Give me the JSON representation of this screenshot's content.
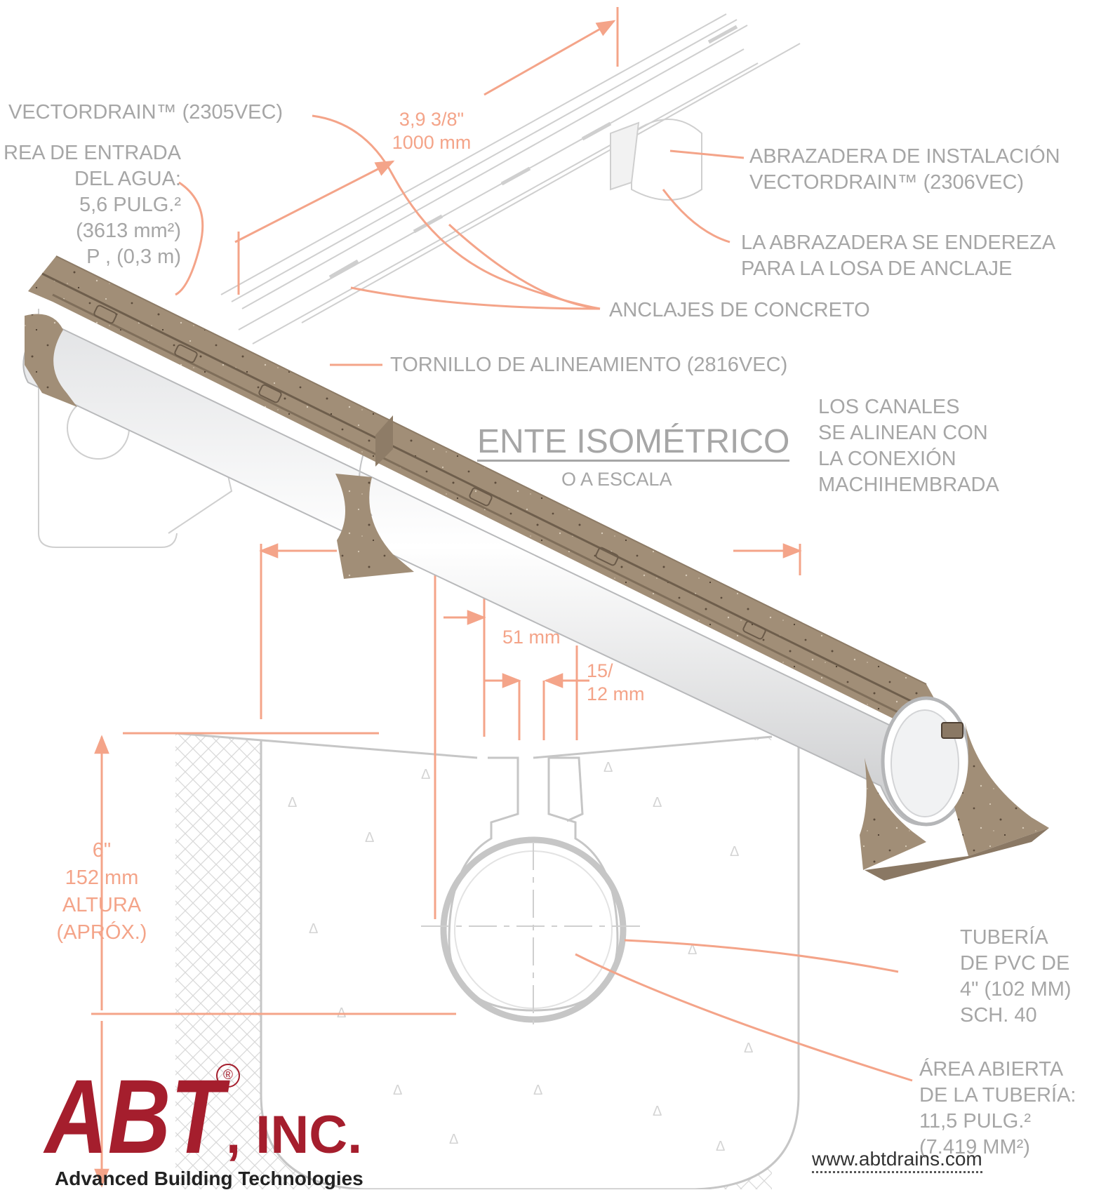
{
  "labels": {
    "vectordrain": "VECTORDRAIN™ (2305VEC)",
    "inlet_area": [
      "REA DE ENTRADA",
      "DEL AGUA:",
      "5,6 PULG.²",
      "(3613 mm²)",
      "P   ,   (0,3 m)"
    ],
    "length_dim": [
      "3,9 3/8\"",
      "1000 mm"
    ],
    "clamp": [
      "ABRAZADERA DE INSTALACIÓN",
      "VECTORDRAIN™ (2306VEC)"
    ],
    "clamp_straighten": [
      "LA ABRAZADERA SE ENDEREZA",
      "PARA LA LOSA DE ANCLAJE"
    ],
    "anchors": "ANCLAJES DE CONCRETO",
    "screw": "TORNILLO DE ALINEAMIENTO (2816VEC)",
    "channels": [
      "LOS CANALES",
      "SE ALINEAN CON",
      "LA CONEXIÓN",
      "MACHIHEMBRADA"
    ],
    "iso_title": "ENTE ISOMÉTRICO",
    "scale_note": "O A ESCALA",
    "dim_51": "51 mm",
    "dim_slot": [
      "15/",
      "12 mm"
    ],
    "height": [
      "6\"",
      "152 mm",
      "ALTURA",
      "(APRÓX.)"
    ],
    "pipe": [
      "TUBERÍA",
      "DE PVC DE",
      "4\" (102 MM)",
      "SCH. 40"
    ],
    "open_area": [
      "ÁREA ABIERTA",
      "DE LA TUBERÍA:",
      "11,5 PULG.²",
      "(7.419 MM²)"
    ]
  },
  "brand": {
    "logo_text": "ABT, INC.",
    "registered": "®",
    "subtitle": "Advanced Building Technologies",
    "url": "www.abtdrains.com"
  },
  "colors": {
    "dimension": "#f4a489",
    "linework": "#c8c8c8",
    "label_text": "#a6a6a6",
    "concrete": "#a18e77",
    "brand_red": "#a51e2d"
  }
}
